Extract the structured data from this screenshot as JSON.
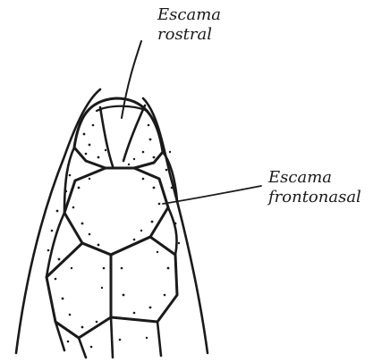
{
  "labels": {
    "rostral": {
      "line1": "Escama",
      "line2": "rostral"
    },
    "frontonasal": {
      "line1": "Escama",
      "line2": "frontonasal"
    }
  },
  "colors": {
    "ink": "#1a1a1a",
    "paper": "#ffffff"
  }
}
